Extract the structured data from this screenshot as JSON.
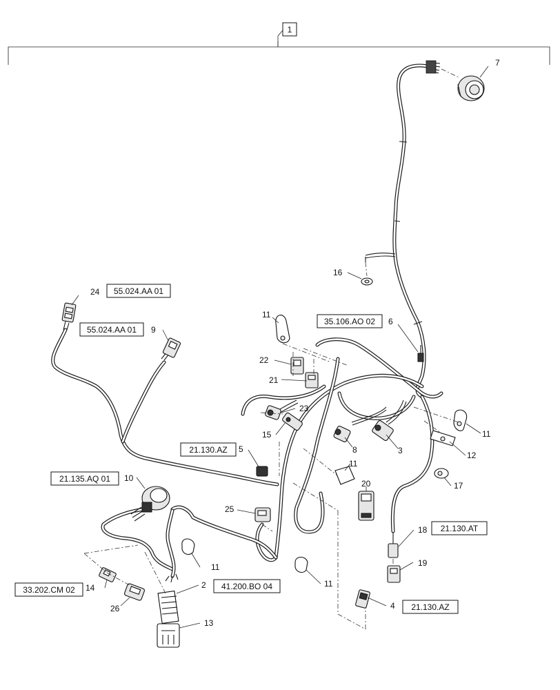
{
  "assembly": {
    "item_number": "1"
  },
  "callouts": {
    "c2": "2",
    "c3": "3",
    "c4": "4",
    "c5": "5",
    "c6": "6",
    "c7": "7",
    "c8": "8",
    "c9": "9",
    "c10": "10",
    "c11": "11",
    "c12": "12",
    "c13": "13",
    "c14": "14",
    "c15": "15",
    "c16": "16",
    "c17": "17",
    "c18": "18",
    "c19": "19",
    "c20": "20",
    "c21": "21",
    "c22": "22",
    "c23": "23",
    "c24": "24",
    "c25": "25",
    "c26": "26"
  },
  "references": {
    "ref_24": "55.024.AA 01",
    "ref_9": "55.024.AA 01",
    "ref_6": "35.106.AO 02",
    "ref_5": "21.130.AZ",
    "ref_10": "21.135.AQ 01",
    "ref_18": "21.130.AT",
    "ref_14": "33.202.CM 02",
    "ref_2": "41.200.BO 04",
    "ref_4": "21.130.AZ"
  }
}
